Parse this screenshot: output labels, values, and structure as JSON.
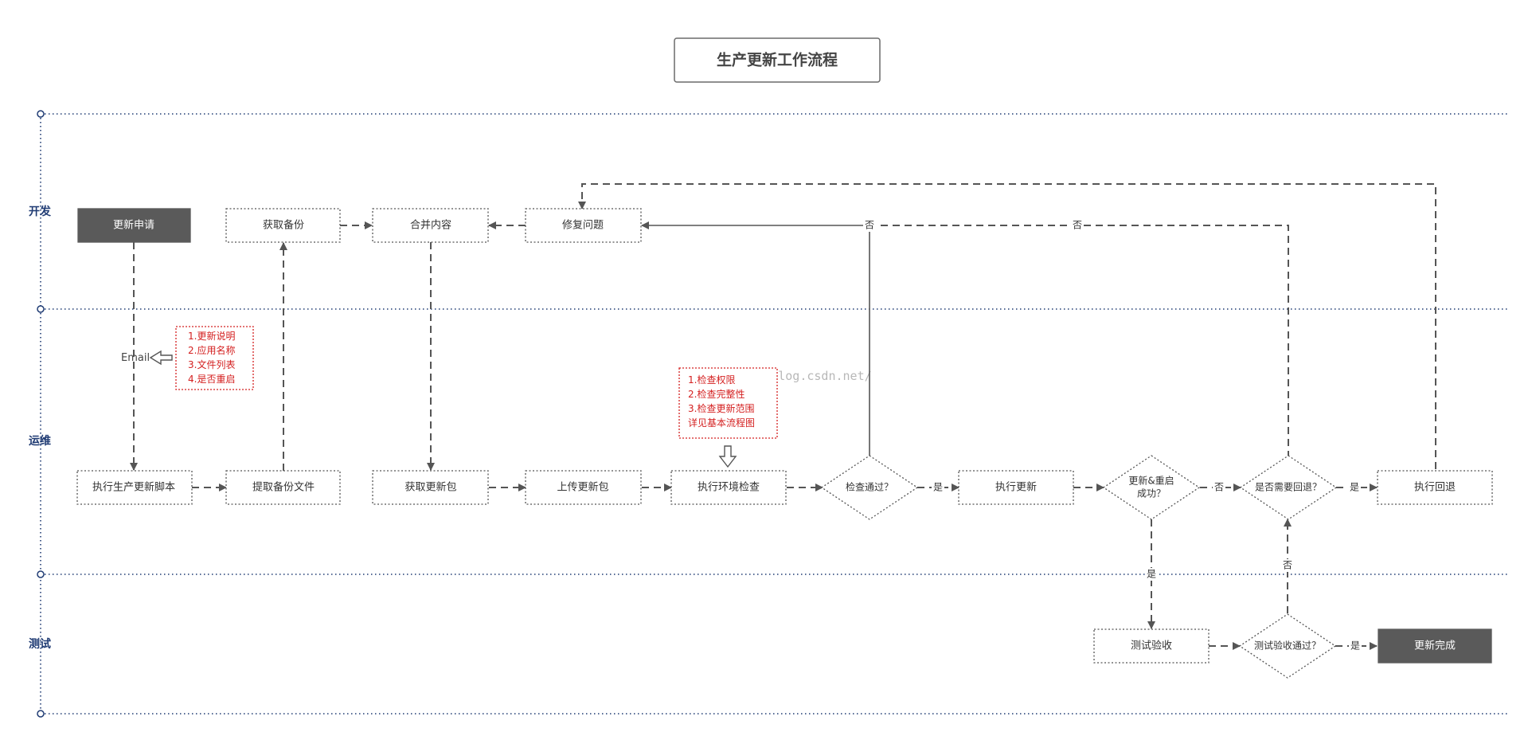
{
  "title": "生产更新工作流程",
  "lanes": [
    "开发",
    "运维",
    "测试"
  ],
  "nodes": {
    "update_request": "更新申请",
    "get_backup": "获取备份",
    "merge_content": "合并内容",
    "fix_issue": "修复问题",
    "exec_script": "执行生产更新脚本",
    "extract_backup": "提取备份文件",
    "get_package": "获取更新包",
    "upload_package": "上传更新包",
    "env_check": "执行环境检查",
    "check_pass": "检查通过？",
    "exec_update": "执行更新",
    "update_ok_l1": "更新&重启",
    "update_ok_l2": "成功？",
    "need_rollback": "是否需要回退？",
    "exec_rollback": "执行回退",
    "test_accept": "测试验收",
    "test_pass": "测试验收通过？",
    "update_done": "更新完成"
  },
  "edge_labels": {
    "yes": "是",
    "no": "否"
  },
  "email_label": "Email",
  "note_email": [
    "1.更新说明",
    "2.应用名称",
    "3.文件列表",
    "4.是否重启"
  ],
  "note_check": [
    "1.检查权限",
    "2.检查完整性",
    "3.检查更新范围",
    "详见基本流程图"
  ],
  "watermark": "http://blog.csdn.net/",
  "colors": {
    "lane": "#1f3b73",
    "note": "#d42020",
    "solid_node": "#5a5a5a",
    "edge": "#555555"
  }
}
